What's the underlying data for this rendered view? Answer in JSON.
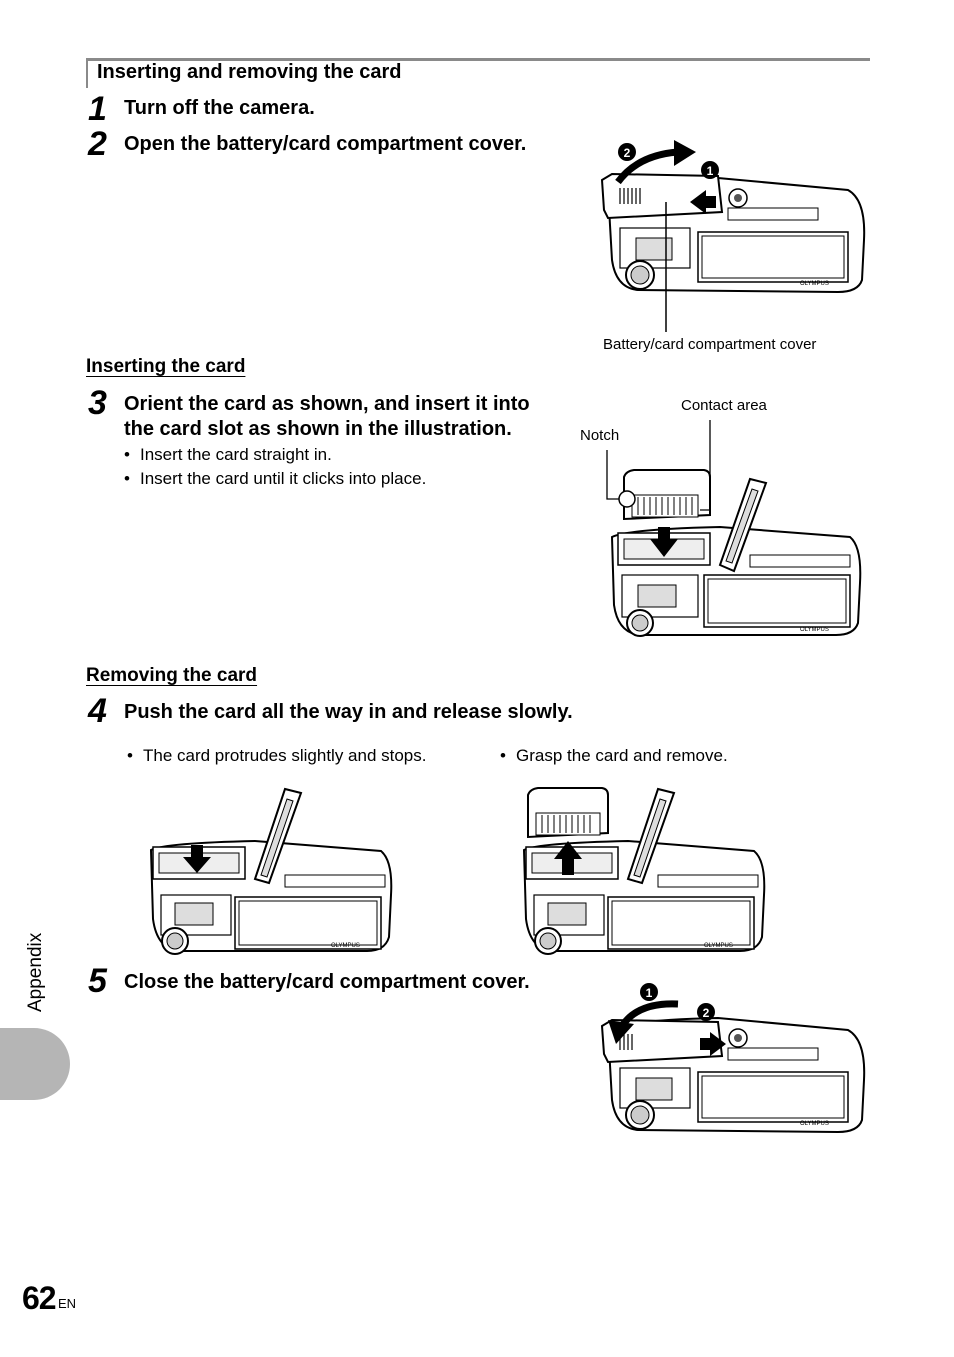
{
  "section": {
    "title": "Inserting and removing the card"
  },
  "steps": [
    {
      "num": "1",
      "text": "Turn off the camera."
    },
    {
      "num": "2",
      "text": "Open the battery/card compartment cover."
    },
    {
      "num": "3",
      "text_line1": "Orient the card as shown, and insert it into",
      "text_line2": "the card slot as shown in the illustration.",
      "bullets": [
        "Insert the card straight in.",
        "Insert the card until it clicks into place."
      ]
    },
    {
      "num": "4",
      "text": "Push the card all the way in and release slowly.",
      "bullets": [
        "The card protrudes slightly and stops.",
        "Grasp the card and remove."
      ]
    },
    {
      "num": "5",
      "text": "Close the battery/card compartment cover."
    }
  ],
  "subsections": {
    "inserting": "Inserting the card",
    "removing": "Removing the card"
  },
  "labels": {
    "cover": "Battery/card compartment cover",
    "contact_area": "Contact area",
    "notch": "Notch",
    "marker1": "1",
    "marker2": "2"
  },
  "sidebar": {
    "label": "Appendix"
  },
  "footer": {
    "page_number": "62",
    "lang": "EN"
  }
}
